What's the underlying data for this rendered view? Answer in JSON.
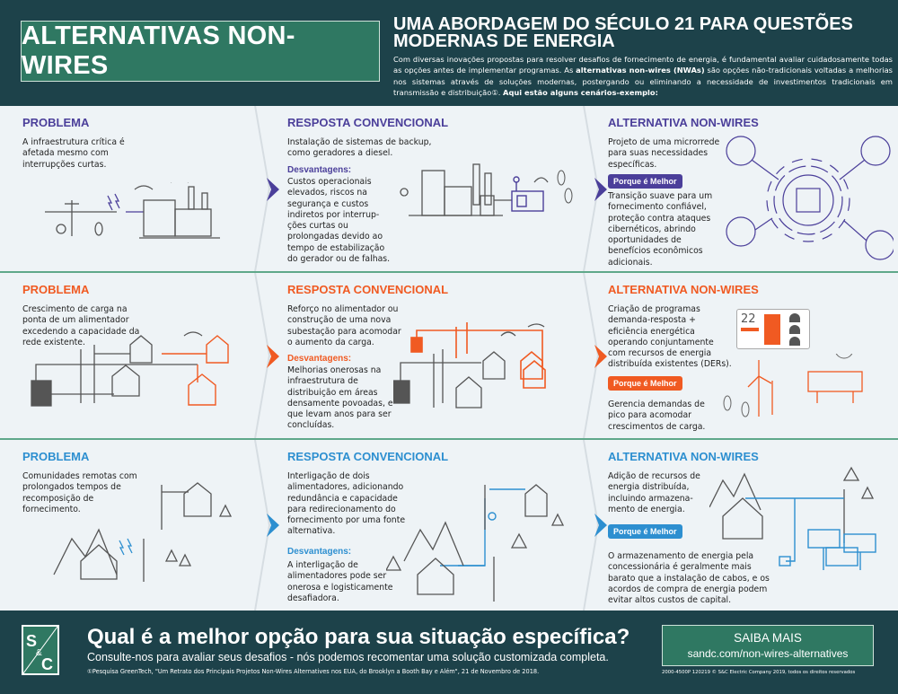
{
  "header": {
    "badge": "ALTERNATIVAS NON-WIRES",
    "title": "UMA ABORDAGEM DO SÉCULO 21 PARA QUESTÕES MODERNAS DE ENERGIA",
    "intro_1": "Com diversas inovações propostas para resolver desafios de fornecimento de energia, é fundamental avaliar cuidadosamente todas as opções antes de implementar programas. As ",
    "intro_bold": "alternativas non-wires (NWAs)",
    "intro_2": " são opções não-tradicionais voltadas a melhorias nos sistemas através de soluções modernas, postergando ou eliminando a necessidade de investimentos tradicionais em transmissão e distribuição①. ",
    "intro_end": "Aqui estão alguns cenários-exemplo:"
  },
  "colors": {
    "purple": "#4b3f9a",
    "orange": "#f05a22",
    "blue": "#2d8fd0",
    "green": "#2f7862",
    "dark": "#1d424a"
  },
  "rows": [
    {
      "problem_head": "PROBLEMA",
      "problem": "A infraestrutura crítica é afetada mesmo com interrupções curtas.",
      "conv_head": "RESPOSTA CONVENCIONAL",
      "conv": "Instalação de sistemas de backup, como geradores a diesel.",
      "dis_head": "Desvantagens:",
      "dis": "Custos operacionais elevados, riscos na segurança e custos indiretos por interrup-ções curtas ou prolongadas devido ao tempo de estabilização do gerador ou de falhas.",
      "alt_head": "ALTERNATIVA NON-WIRES",
      "alt": "Projeto de uma microrrede para suas necessidades específicas.",
      "badge": "Porque é Melhor",
      "why": "Transição suave para um fornecimento confiável, proteção contra ataques cibernéticos, abrindo oportunidades de benefícios econômicos adicionais."
    },
    {
      "problem_head": "PROBLEMA",
      "problem": "Crescimento de carga na ponta de um alimentador excedendo a capacidade da rede existente.",
      "conv_head": "RESPOSTA CONVENCIONAL",
      "conv": "Reforço no alimentador ou construção de uma nova subestação para acomodar o aumento da carga.",
      "dis_head": "Desvantagens:",
      "dis": "Melhorias onerosas na infraestrutura de distribuição em áreas densamente povoadas, e que levam anos para ser concluídas.",
      "alt_head": "ALTERNATIVA NON-WIRES",
      "alt": "Criação de programas demanda-resposta + eficiência energética operando conjuntamente com recursos de energia distribuída existentes (DERs).",
      "badge": "Porque é Melhor",
      "why": "Gerencia demandas de pico para acomodar crescimentos de carga.",
      "thermostat": "22"
    },
    {
      "problem_head": "PROBLEMA",
      "problem": "Comunidades remotas com prolongados tempos de recomposição de fornecimento.",
      "conv_head": "RESPOSTA CONVENCIONAL",
      "conv": "Interligação de dois alimentadores, adicionando redundância e capacidade para redirecionamento do fornecimento por uma fonte alternativa.",
      "dis_head": "Desvantagens:",
      "dis": "A interligação de alimentadores pode ser onerosa e logisticamente desafiadora.",
      "alt_head": "ALTERNATIVA NON-WIRES",
      "alt": "Adição de recursos de energia distribuída, incluindo armazena-mento de energia.",
      "badge": "Porque é Melhor",
      "why": "O armazenamento de energia pela concessionária é geralmente mais barato que a instalação de cabos, e os acordos de compra de energia podem evitar altos custos de capital."
    }
  ],
  "footer": {
    "logo": "S&C",
    "question": "Qual é a melhor opção para sua situação específica?",
    "sub": "Consulte-nos para avaliar seus desafios - nós podemos recomentar uma solução customizada completa.",
    "footnote": "①Pesquisa GreenTech, \"Um Retrato dos Principais Projetos Non-Wires Alternatives nos EUA, do Brooklyn a Booth Bay e Além\", 21 de Novembro de 2018.",
    "cta_title": "SAIBA MAIS",
    "cta_url": "sandc.com/non-wires-alternatives",
    "copyright": "2000-4500P 120219 © S&C Electric Company 2019, todos os direitos reservados"
  }
}
